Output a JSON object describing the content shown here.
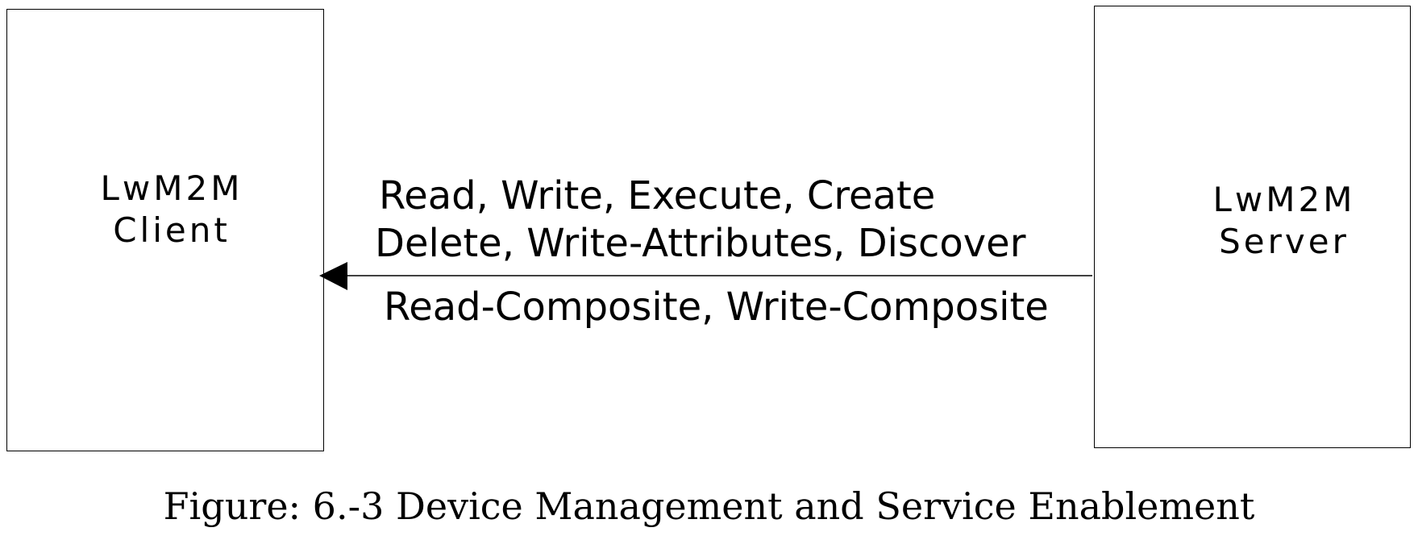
{
  "client": {
    "line1": "LwM2M",
    "line2": "Client"
  },
  "server": {
    "line1": "LwM2M",
    "line2": "Server"
  },
  "messages": {
    "line1": "Read, Write, Execute, Create",
    "line2": "Delete, Write-Attributes, Discover",
    "line3": "Read-Composite, Write-Composite"
  },
  "caption": "Figure: 6.-3 Device Management and Service Enablement"
}
